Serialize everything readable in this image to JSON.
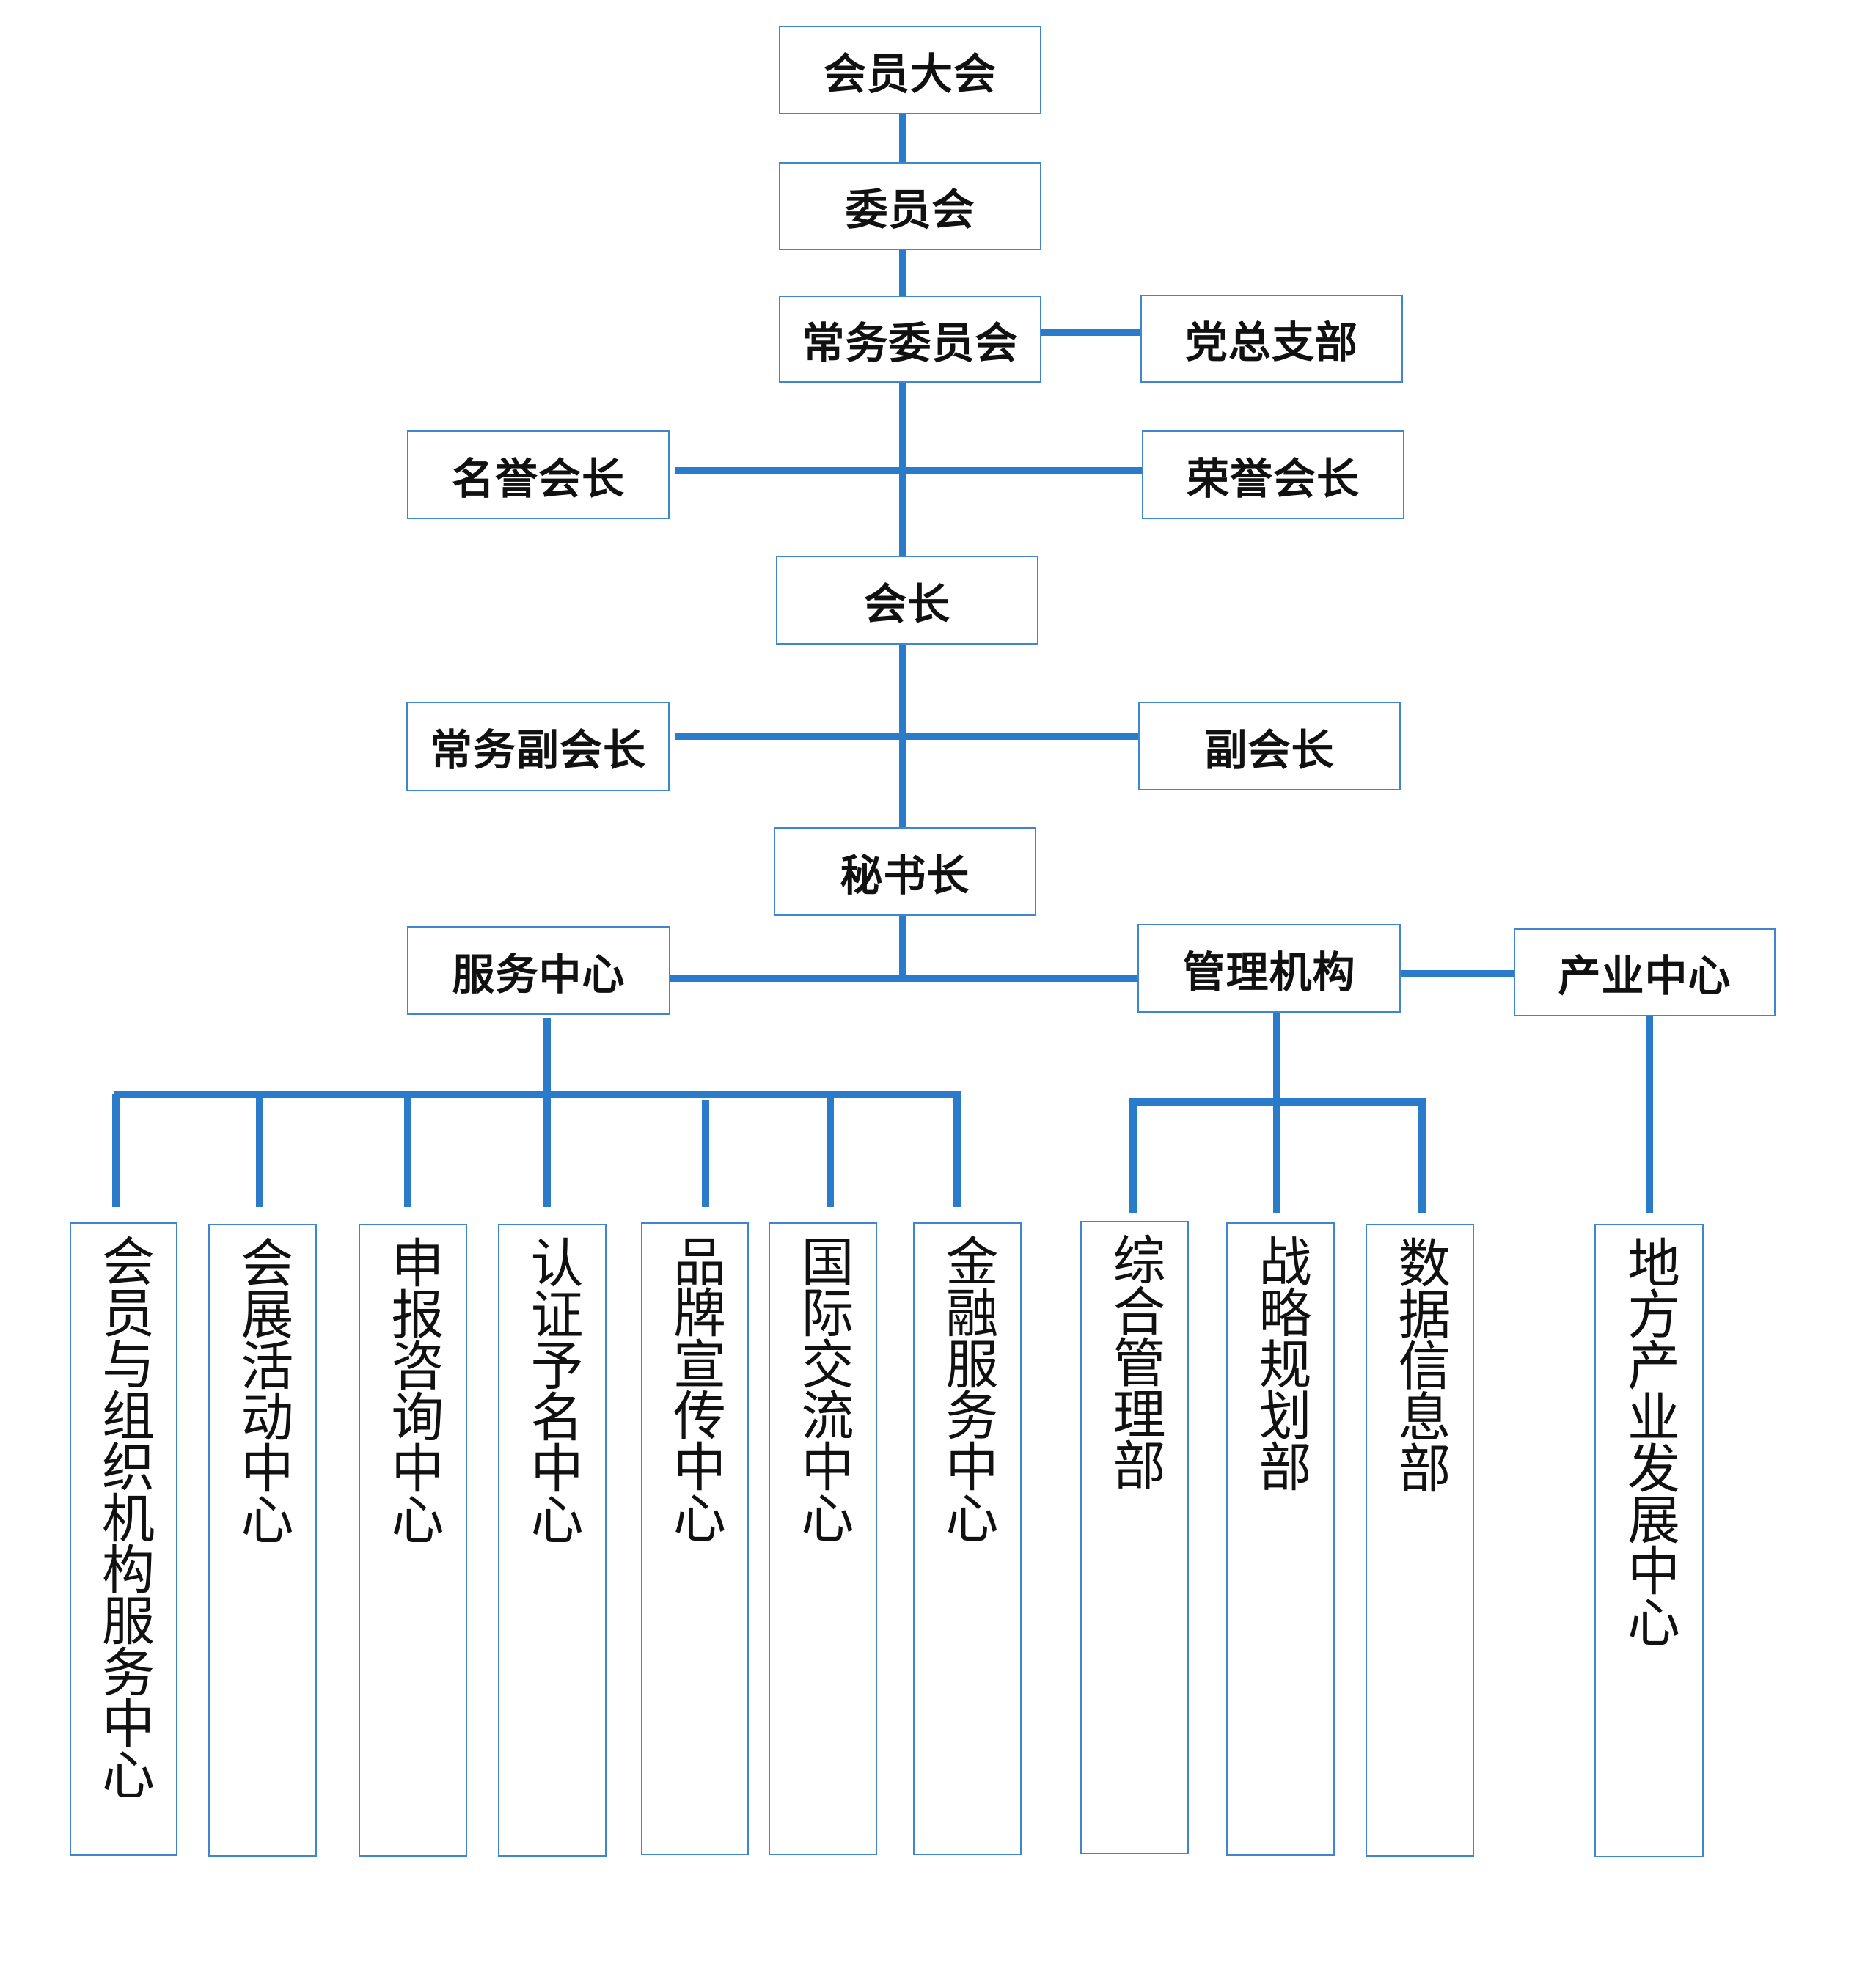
{
  "nodes": {
    "general_assembly": "会员大会",
    "committee": "委员会",
    "standing_committee": "常务委员会",
    "party_branch": "党总支部",
    "honorary_president_left": "名誉会长",
    "honorary_president_right": "荣誉会长",
    "president": "会长",
    "executive_vice_president": "常务副会长",
    "vice_president": "副会长",
    "secretary_general": "秘书长",
    "service_center": "服务中心",
    "management": "管理机构",
    "industry_center": "产业中心"
  },
  "service_units": [
    "会员与组织机构服务中心",
    "会展活动中心",
    "申报咨询中心",
    "认证予名中心",
    "品牌宣传中心",
    "国际交流中心",
    "金融服务中心"
  ],
  "management_units": [
    "综合管理部",
    "战略规划部",
    "数据信息部"
  ],
  "industry_units": [
    "地方产业发展中心"
  ],
  "colors": {
    "connector": "#2b7bcb",
    "box_border": "#3f86cf",
    "text": "#111111"
  }
}
